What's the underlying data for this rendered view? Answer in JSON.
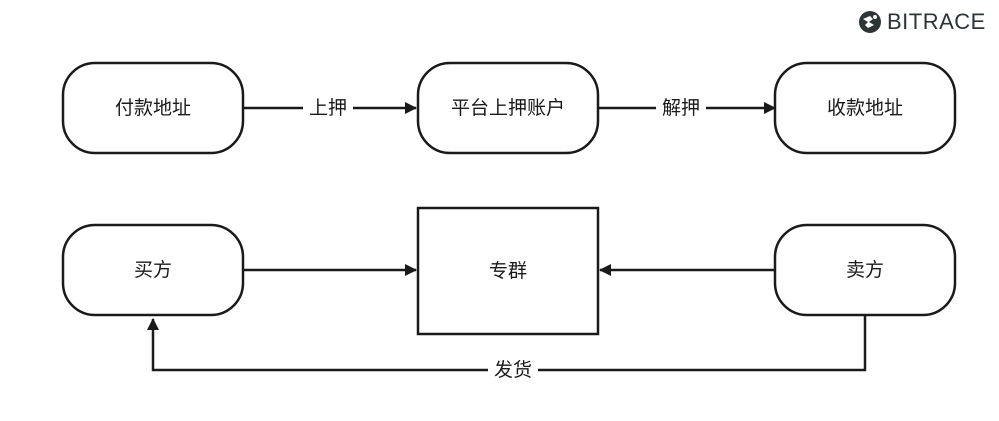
{
  "logo": {
    "text": "BITRACE"
  },
  "nodes": {
    "payer_address": "付款地址",
    "platform_escrow_account": "平台上押账户",
    "payee_address": "收款地址",
    "buyer": "买方",
    "group": "专群",
    "seller": "卖方"
  },
  "edges": {
    "escrow_lock": "上押",
    "escrow_release": "解押",
    "ship": "发货"
  },
  "colors": {
    "stroke": "#1a1a1a",
    "background": "#ffffff",
    "text": "#1a1a1a",
    "logo": "#2d3436"
  }
}
